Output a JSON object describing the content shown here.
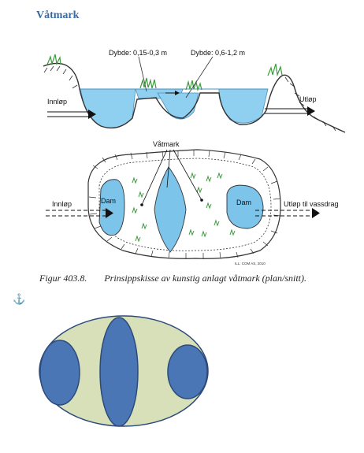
{
  "heading": "Våtmark",
  "figure": {
    "section": {
      "depth_shallow": "Dybde: 0,15-0,3 m",
      "depth_deep": "Dybde: 0,6-1,2 m",
      "inlet": "Innløp",
      "outlet": "Utløp"
    },
    "plan": {
      "wetland": "Våtmark",
      "inlet": "Innløp",
      "pond_left": "Dam",
      "pond_right": "Dam",
      "outlet": "Utløp til vassdrag",
      "credit": "ILL: COM AS, 2010"
    },
    "caption_number": "Figur 403.8.",
    "caption_text": "Prinsippskisse av kunstig anlagt våtmark (plan/snitt)."
  },
  "anchor_symbol": "⚓",
  "colors": {
    "heading": "#3b6aa3",
    "water": "#7cc4ea",
    "outer_fill": "#d7e0b9",
    "pond_fill": "#4b76b6",
    "pond_stroke": "#2c4a7a"
  }
}
